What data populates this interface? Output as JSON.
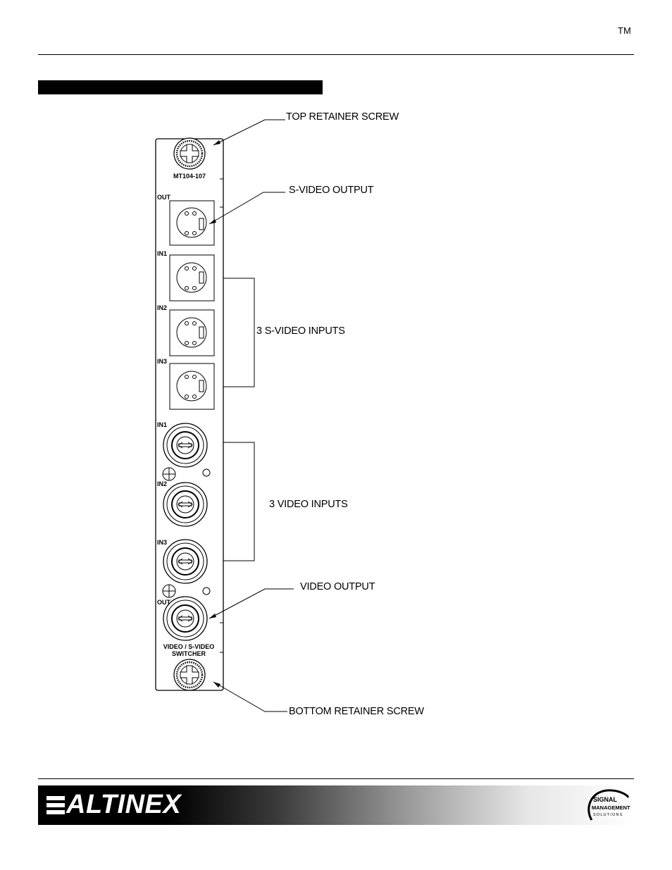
{
  "header": {
    "trademark": "TM"
  },
  "diagram": {
    "callouts": {
      "top_screw": "TOP RETAINER SCREW",
      "svideo_output": "S-VIDEO OUTPUT",
      "svideo_inputs": "3 S-VIDEO INPUTS",
      "video_inputs": "3 VIDEO INPUTS",
      "video_output": "VIDEO OUTPUT",
      "bottom_screw": "BOTTOM RETAINER SCREW"
    },
    "panel": {
      "model": "MT104-107",
      "svideo_labels": [
        "OUT",
        "IN1",
        "IN2",
        "IN3"
      ],
      "bnc_labels": [
        "IN1",
        "IN2",
        "IN3",
        "OUT"
      ],
      "title_line1": "VIDEO / S-VIDEO",
      "title_line2": "SWITCHER"
    }
  },
  "footer": {
    "brand": "ALTINEX",
    "sms_logo": [
      "SIGNAL",
      "MANAGEMENT",
      "SOLUTIONS"
    ]
  }
}
